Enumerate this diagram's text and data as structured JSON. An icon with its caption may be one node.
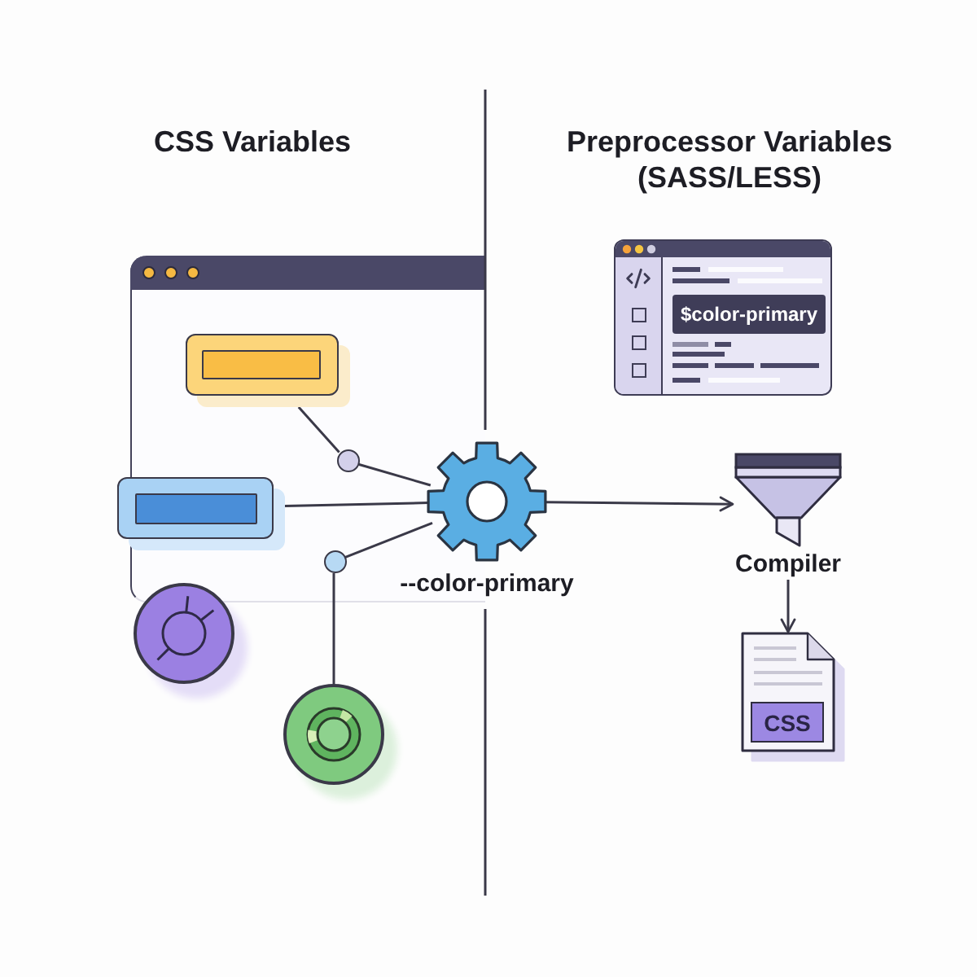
{
  "diagram": {
    "nodes": [
      {
        "text": [],
        "shape": "window"
      },
      {
        "text": [],
        "shape": "box",
        "in": 0
      },
      {
        "text": [],
        "shape": "circle",
        "in": 0
      },
      {
        "text": [],
        "shape": "box"
      },
      {
        "text": [],
        "shape": "gear",
        "beside": [
          "--color-primary"
        ]
      },
      {
        "text": [],
        "shape": "circle",
        "in": 0
      },
      {
        "text": [],
        "shape": "circle"
      },
      {
        "text": [],
        "shape": "circle"
      },
      {
        "text": [
          "$color-primary"
        ]
      },
      {
        "text": [
          "Compiler"
        ]
      },
      {
        "text": [
          "CSS"
        ]
      }
    ],
    "edges": [
      {
        "from": 1,
        "to": 2,
        "arrow": "none"
      },
      {
        "from": 2,
        "to": 4,
        "arrow": "none"
      },
      {
        "from": 3,
        "to": 4,
        "arrow": "none"
      },
      {
        "from": 5,
        "to": 4,
        "arrow": "none"
      },
      {
        "from": 5,
        "to": 7,
        "arrow": "none"
      },
      {
        "from": 4,
        "to": 9,
        "arrow": "to"
      },
      {
        "from": 9,
        "to": 10,
        "arrow": "to"
      }
    ],
    "labels": [
      "CSS Variables",
      "Preprocessor Variables (SASS/LESS)"
    ]
  }
}
